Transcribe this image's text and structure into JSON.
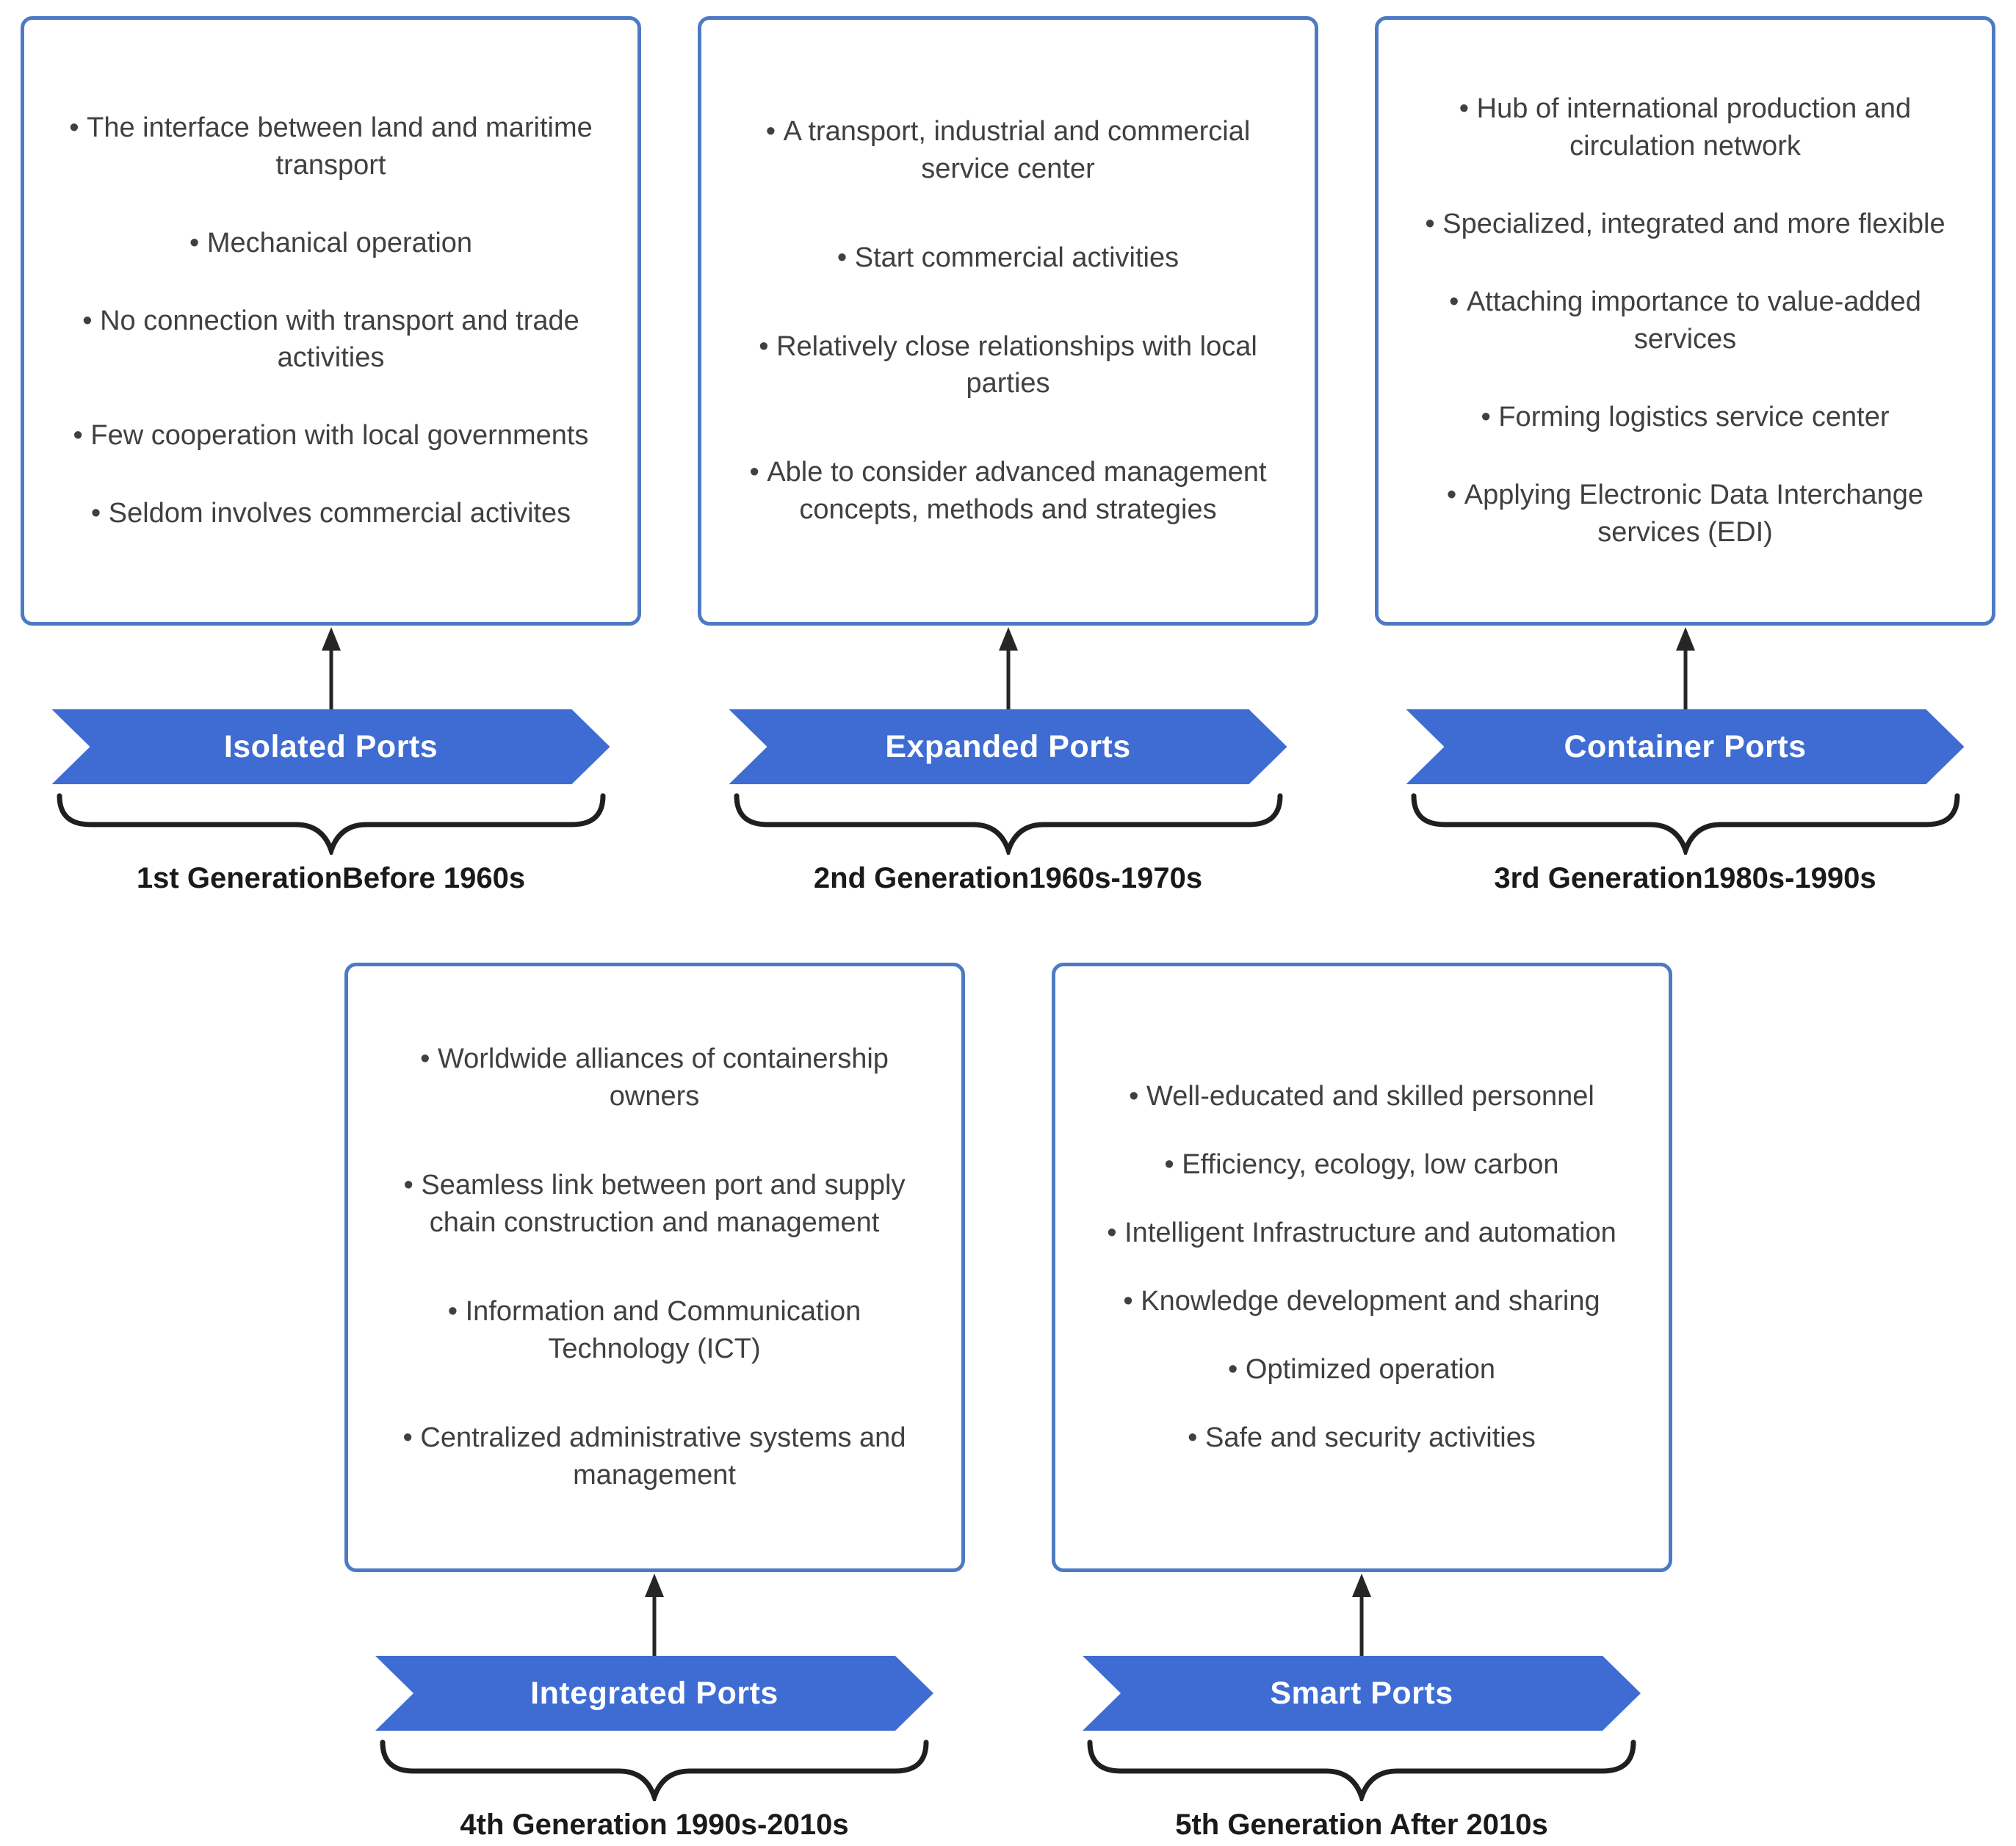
{
  "colors": {
    "banner_blue": "#3e6cd3",
    "box_border": "#4d7ac4",
    "bullet_text": "#404040",
    "caption_text": "#1a1a1a",
    "arrow_color": "#262626",
    "brace_color": "#1f1f1f",
    "banner_text": "#ffffff",
    "page_bg": "#ffffff"
  },
  "generations": [
    {
      "banner_label": "Isolated Ports",
      "caption": "1st GenerationBefore 1960s",
      "bullets": [
        "The interface between land and maritime transport",
        "Mechanical operation",
        "No connection with transport and trade activities",
        "Few cooperation with local governments",
        "Seldom involves commercial activites"
      ]
    },
    {
      "banner_label": "Expanded Ports",
      "caption": "2nd Generation1960s-1970s",
      "bullets": [
        "A transport, industrial and commercial service center",
        "Start commercial activities",
        "Relatively close relationships with local parties",
        "Able to consider advanced management concepts, methods and strategies"
      ]
    },
    {
      "banner_label": "Container Ports",
      "caption": "3rd Generation1980s-1990s",
      "bullets": [
        "Hub of international production and circulation network",
        "Specialized, integrated and more flexible",
        "Attaching importance to value-added services",
        "Forming logistics service center",
        "Applying Electronic Data Interchange services (EDI)"
      ]
    },
    {
      "banner_label": "Integrated Ports",
      "caption": "4th Generation 1990s-2010s",
      "bullets": [
        "Worldwide alliances of containership owners",
        "Seamless link between port and supply chain construction and management",
        "Information and Communication Technology (ICT)",
        "Centralized administrative systems and management"
      ]
    },
    {
      "banner_label": "Smart Ports",
      "caption": "5th Generation After 2010s",
      "bullets": [
        "Well-educated and skilled personnel",
        "Efficiency, ecology, low carbon",
        "Intelligent Infrastructure and automation",
        "Knowledge development and sharing",
        "Optimized operation",
        "Safe and security activities"
      ]
    }
  ]
}
